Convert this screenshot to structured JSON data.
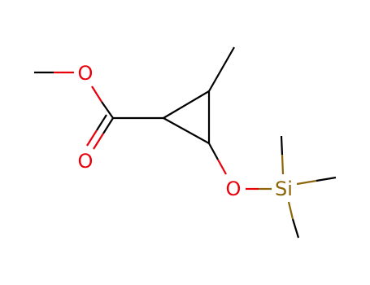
{
  "molecule": {
    "atoms": {
      "ester_o": {
        "symbol": "O",
        "color": "#e8000b"
      },
      "carbonyl_o": {
        "symbol": "O",
        "color": "#e8000b"
      },
      "ether_o": {
        "symbol": "O",
        "color": "#e8000b"
      },
      "silicon": {
        "symbol": "Si",
        "color": "#8b6508"
      }
    },
    "bond_color": "#000000"
  }
}
